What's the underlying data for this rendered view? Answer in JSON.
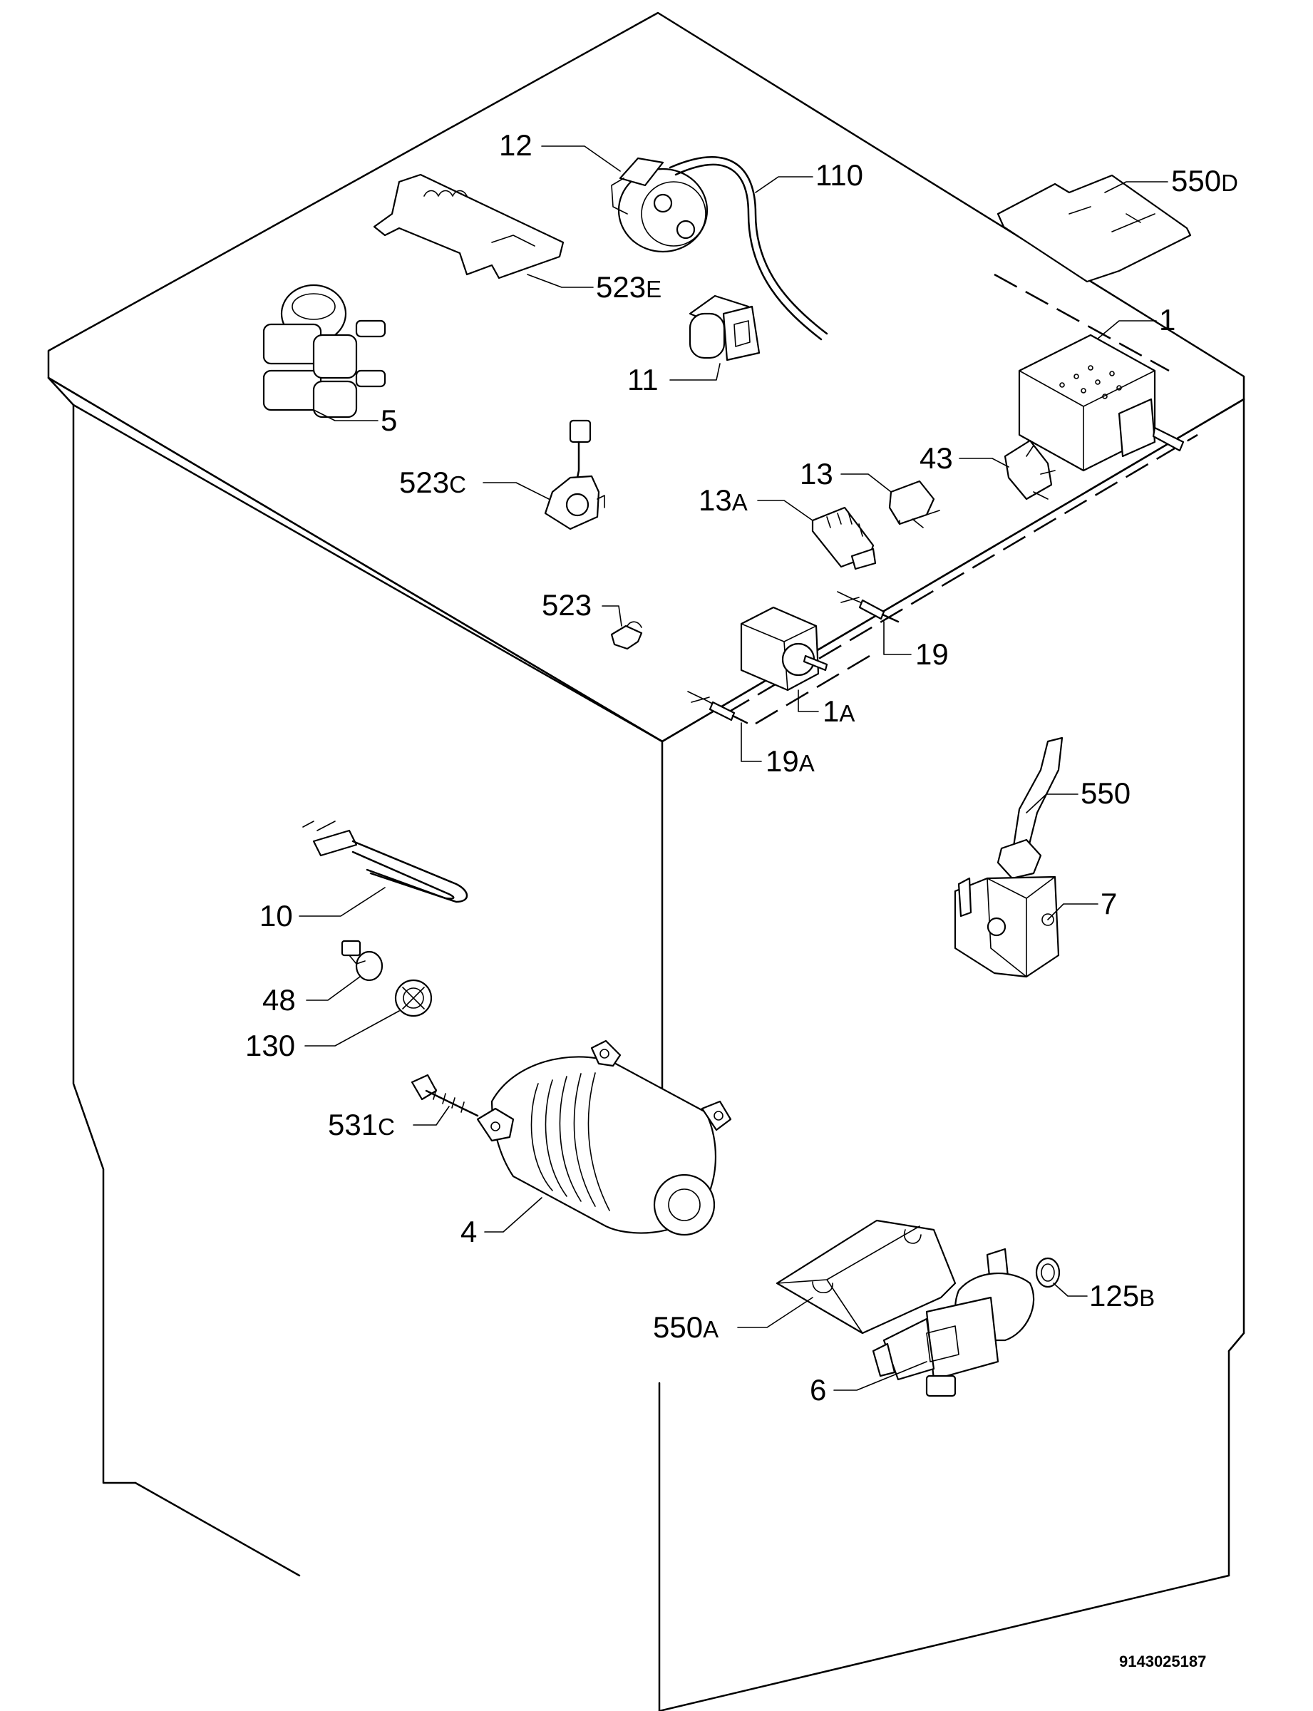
{
  "title": "",
  "doc_number": "9143025187",
  "callouts": [
    {
      "id": "12",
      "num": "12",
      "suffix": ""
    },
    {
      "id": "110",
      "num": "110",
      "suffix": ""
    },
    {
      "id": "550D",
      "num": "550",
      "suffix": "D"
    },
    {
      "id": "523E",
      "num": "523",
      "suffix": "E"
    },
    {
      "id": "11",
      "num": "11",
      "suffix": ""
    },
    {
      "id": "1",
      "num": "1",
      "suffix": ""
    },
    {
      "id": "5",
      "num": "5",
      "suffix": ""
    },
    {
      "id": "43",
      "num": "43",
      "suffix": ""
    },
    {
      "id": "13",
      "num": "13",
      "suffix": ""
    },
    {
      "id": "523C",
      "num": "523",
      "suffix": "C"
    },
    {
      "id": "13A",
      "num": "13",
      "suffix": "A"
    },
    {
      "id": "523",
      "num": "523",
      "suffix": ""
    },
    {
      "id": "19",
      "num": "19",
      "suffix": ""
    },
    {
      "id": "1A",
      "num": "1",
      "suffix": "A"
    },
    {
      "id": "19A",
      "num": "19",
      "suffix": "A"
    },
    {
      "id": "550",
      "num": "550",
      "suffix": ""
    },
    {
      "id": "7",
      "num": "7",
      "suffix": ""
    },
    {
      "id": "10",
      "num": "10",
      "suffix": ""
    },
    {
      "id": "48",
      "num": "48",
      "suffix": ""
    },
    {
      "id": "130",
      "num": "130",
      "suffix": ""
    },
    {
      "id": "531C",
      "num": "531",
      "suffix": "C"
    },
    {
      "id": "4",
      "num": "4",
      "suffix": ""
    },
    {
      "id": "125B",
      "num": "125",
      "suffix": "B"
    },
    {
      "id": "550A",
      "num": "550",
      "suffix": "A"
    },
    {
      "id": "6",
      "num": "6",
      "suffix": ""
    }
  ]
}
